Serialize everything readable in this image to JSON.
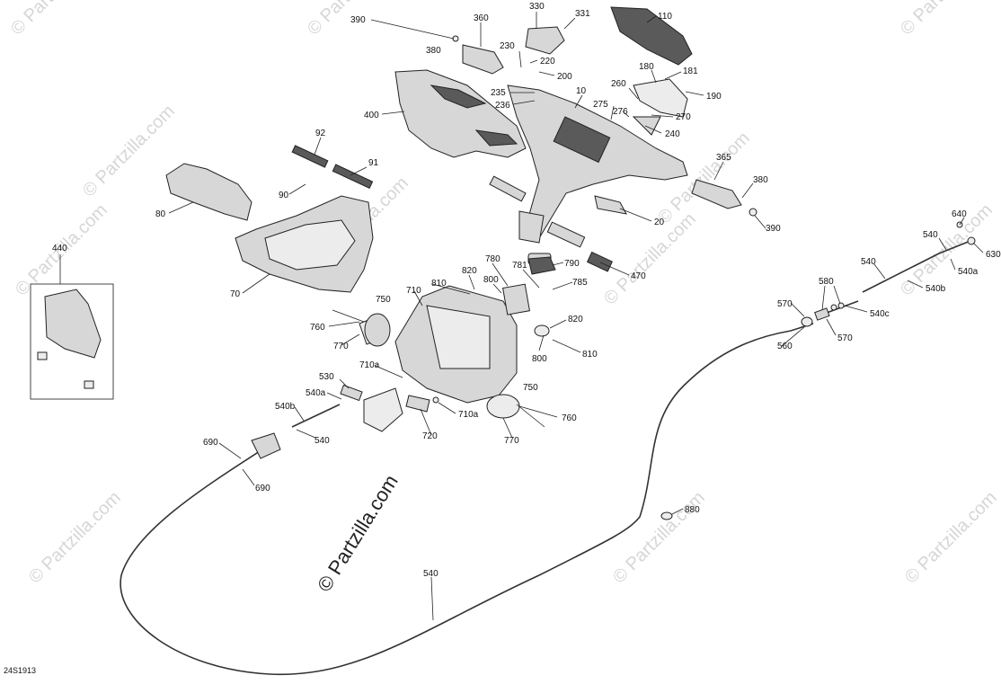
{
  "diagram_code": "24S1913",
  "watermark": "© Partzilla.com",
  "part_labels": {
    "p390a": "390",
    "p360": "360",
    "p330": "330",
    "p331": "331",
    "p110": "110",
    "p380a": "380",
    "p230": "230",
    "p220": "220",
    "p200": "200",
    "p180": "180",
    "p181": "181",
    "p190": "190",
    "p260": "260",
    "p235": "235",
    "p10": "10",
    "p236": "236",
    "p275": "275",
    "p276": "276",
    "p270": "270",
    "p240": "240",
    "p400": "400",
    "p92": "92",
    "p91": "91",
    "p90": "90",
    "p80": "80",
    "p365": "365",
    "p380b": "380",
    "p390b": "390",
    "p20": "20",
    "p440": "440",
    "p70": "70",
    "p780": "780",
    "p781": "781",
    "p790": "790",
    "p470": "470",
    "p810a": "810",
    "p820a": "820",
    "p800a": "800",
    "p785": "785",
    "p710": "710",
    "p750a": "750",
    "p760a": "760",
    "p770a": "770",
    "p820b": "820",
    "p800b": "800",
    "p810b": "810",
    "p710a1": "710a",
    "p530": "530",
    "p540a1": "540a",
    "p540b1": "540b",
    "p540_1": "540",
    "p720": "720",
    "p710a2": "710a",
    "p750b": "750",
    "p760b": "760",
    "p770b": "770",
    "p690a": "690",
    "p690b": "690",
    "p640": "640",
    "p540_2": "540",
    "p630": "630",
    "p540a2": "540a",
    "p540_3": "540",
    "p540b2": "540b",
    "p580": "580",
    "p570a": "570",
    "p540c": "540c",
    "p560": "560",
    "p570b": "570",
    "p880": "880",
    "p540_4": "540"
  }
}
